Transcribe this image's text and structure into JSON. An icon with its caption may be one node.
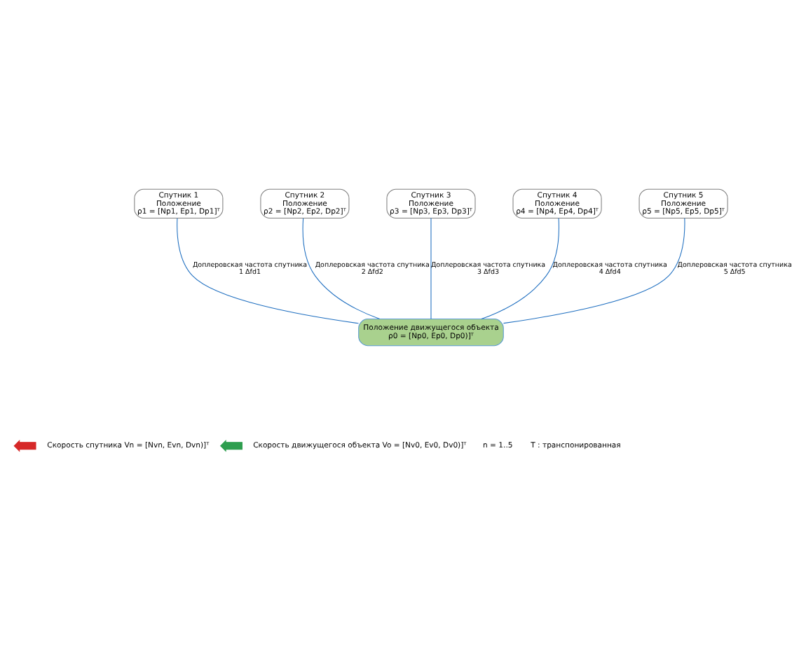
{
  "diagram": {
    "nodes": [
      {
        "text": [
          "Спутник 1",
          "Положение",
          "ρ1 = [Np1, Ep1, Dp1]ᵀ"
        ]
      },
      {
        "text": [
          "Спутник 2",
          "Положение",
          "ρ2 = [Np2, Ep2, Dp2]ᵀ"
        ]
      },
      {
        "text": [
          "Спутник 3",
          "Положение",
          "ρ3 = [Np3, Ep3, Dp3]ᵀ"
        ]
      },
      {
        "text": [
          "Спутник 4",
          "Положение",
          "ρ4 = [Np4, Ep4, Dp4]ᵀ"
        ]
      },
      {
        "text": [
          "Спутник 5",
          "Положение",
          "ρ5 = [Np5, Ep5, Dp5]ᵀ"
        ]
      },
      {
        "text": [
          "Положение движущегося объекта",
          "ρ0 = [Np0, Ep0, Dp0)]ᵀ"
        ]
      }
    ],
    "edges": [
      {
        "from": 5,
        "to": 0,
        "arrow": "none",
        "label": "Доплеровская частота спутника 1 Δfd1"
      },
      {
        "from": 5,
        "to": 1,
        "arrow": "none",
        "label": "Доплеровская частота спутника 2 Δfd2"
      },
      {
        "from": 5,
        "to": 2,
        "arrow": "none",
        "label": "Доплеровская частота спутника 3 Δfd3"
      },
      {
        "from": 5,
        "to": 3,
        "arrow": "none",
        "label": "Доплеровская частота спутника 4 Δfd4"
      },
      {
        "from": 5,
        "to": 4,
        "arrow": "none",
        "label": "Доплеровская частота спутника 5 Δfd5"
      }
    ],
    "labels": [
      "n = 1..5",
      "T : транспонированная"
    ],
    "legend": [
      {
        "text": "Скорость спутника Vn = [Nvn, Evn, Dvn)]ᵀ"
      },
      {
        "text": "Скорость движущегося объекта Vo = [Nv0, Ev0, Dv0)]ᵀ"
      }
    ]
  }
}
